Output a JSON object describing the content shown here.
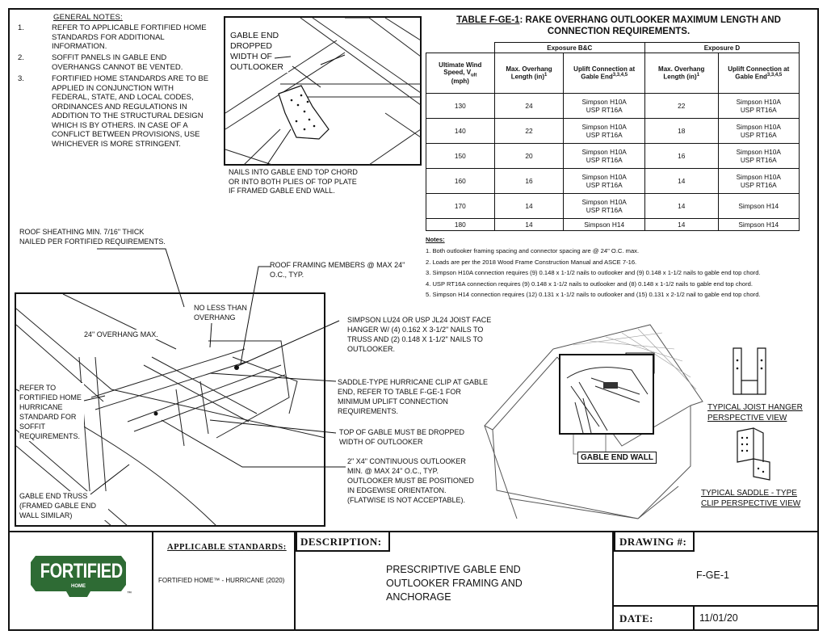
{
  "general_notes": {
    "title": "GENERAL NOTES:",
    "items": [
      {
        "num": "1.",
        "text": "REFER TO APPLICABLE FORTIFIED HOME STANDARDS FOR ADDITIONAL INFORMATION."
      },
      {
        "num": "2.",
        "text": "SOFFIT PANELS IN GABLE END OVERHANGS CANNOT BE VENTED."
      },
      {
        "num": "3.",
        "text": "FORTIFIED HOME STANDARDS ARE TO BE APPLIED IN CONJUNCTION WITH FEDERAL, STATE, AND LOCAL CODES, ORDINANCES AND REGULATIONS IN ADDITION TO THE STRUCTURAL DESIGN WHICH IS BY OTHERS. IN CASE OF A CONFLICT BETWEEN PROVISIONS, USE WHICHEVER IS MORE STRINGENT."
      }
    ]
  },
  "detail_top": {
    "callout": "GABLE END DROPPED WIDTH OF OUTLOOKER",
    "nails_note": "NAILS INTO GABLE END TOP CHORD OR INTO BOTH PLIES OF TOP PLATE IF FRAMED GABLE END WALL."
  },
  "table": {
    "title_prefix": "TABLE F-GE-1",
    "title_rest": ": RAKE OVERHANG OUTLOOKER MAXIMUM LENGTH AND CONNECTION REQUIREMENTS.",
    "exposure_bc": "Exposure B&C",
    "exposure_d": "Exposure D",
    "col_wind": "Ultimate Wind Speed, V",
    "col_wind_sub": "ult",
    "col_wind_unit": "(mph)",
    "col_len": "Max. Overhang Length (in)",
    "col_len_sup": "1",
    "col_conn": "Uplift Connection at Gable End",
    "col_conn_sup": "3,3,4,5",
    "rows": [
      {
        "speed": "130",
        "len_bc": "24",
        "conn_bc_1": "Simpson H10A",
        "conn_bc_2": "USP RT16A",
        "len_d": "22",
        "conn_d_1": "Simpson H10A",
        "conn_d_2": "USP RT16A"
      },
      {
        "speed": "140",
        "len_bc": "22",
        "conn_bc_1": "Simpson H10A",
        "conn_bc_2": "USP RT16A",
        "len_d": "18",
        "conn_d_1": "Simpson H10A",
        "conn_d_2": "USP RT16A"
      },
      {
        "speed": "150",
        "len_bc": "20",
        "conn_bc_1": "Simpson H10A",
        "conn_bc_2": "USP RT16A",
        "len_d": "16",
        "conn_d_1": "Simpson H10A",
        "conn_d_2": "USP RT16A"
      },
      {
        "speed": "160",
        "len_bc": "16",
        "conn_bc_1": "Simpson H10A",
        "conn_bc_2": "USP RT16A",
        "len_d": "14",
        "conn_d_1": "Simpson H10A",
        "conn_d_2": "USP RT16A"
      },
      {
        "speed": "170",
        "len_bc": "14",
        "conn_bc_1": "Simpson H10A",
        "conn_bc_2": "USP RT16A",
        "len_d": "14",
        "conn_d_1": "Simpson H14",
        "conn_d_2": ""
      },
      {
        "speed": "180",
        "len_bc": "14",
        "conn_bc_1": "Simpson H14",
        "conn_bc_2": "",
        "len_d": "14",
        "conn_d_1": "Simpson H14",
        "conn_d_2": ""
      }
    ],
    "notes_title": "Notes:",
    "notes": [
      "1. Both outlooker framing spacing and connector spacing are @ 24\" O.C. max.",
      "2. Loads are per the 2018 Wood Frame Construction Manual and ASCE 7-16.",
      "3. Simpson H10A connection requires (9) 0.148 x 1-1/2 nails to outlooker and (9) 0.148 x 1-1/2 nails to gable end top chord.",
      "4. USP RT16A connection requires (9) 0.148 x 1-1/2 nails to outlooker and (8) 0.148 x 1-1/2 nails to gable end top chord.",
      "5. Simpson H14 connection requires (12) 0.131 x 1-1/2 nails to outlooker and (15) 0.131 x 2-1/2 nail to gable end top chord."
    ]
  },
  "main_detail": {
    "sheathing": "ROOF SHEATHING MIN. 7/16\" THICK NAILED PER FORTIFIED REQUIREMENTS.",
    "framing": "ROOF FRAMING MEMBERS @ MAX 24\" O.C., TYP.",
    "no_less": "NO LESS THAN OVERHANG",
    "overhang_max": "24\" OVERHANG MAX.",
    "refer": "REFER TO FORTIFIED HOME HURRICANE STANDARD FOR SOFFIT REQUIREMENTS.",
    "gable_truss": "GABLE END TRUSS (FRAMED GABLE END WALL SIMILAR)",
    "hanger": "SIMPSON LU24 OR USP JL24 JOIST FACE HANGER W/ (4) 0.162 X 3-1/2\" NAILS TO TRUSS AND (2) 0.148 X 1-1/2\" NAILS TO OUTLOOKER.",
    "saddle": "SADDLE-TYPE HURRICANE CLIP AT GABLE END, REFER TO TABLE F-GE-1 FOR MINIMUM UPLIFT CONNECTION REQUIREMENTS.",
    "top_gable": "TOP OF GABLE MUST BE DROPPED WIDTH OF OUTLOOKER",
    "outlooker": "2\" X4\" CONTINUOUS OUTLOOKER MIN. @ MAX 24\" O.C., TYP. OUTLOOKER MUST BE POSITIONED IN EDGEWISE ORIENTATON. (FLATWISE IS NOT ACCEPTABLE)."
  },
  "house": {
    "label": "GABLE END WALL",
    "hanger_label_1": "TYPICAL JOIST HANGER",
    "hanger_label_2": "PERSPECTIVE VIEW",
    "saddle_label_1": "TYPICAL SADDLE - TYPE",
    "saddle_label_2": "CLIP PERSPECTIVE VIEW"
  },
  "title_block": {
    "logo_text": "FORTIFIED",
    "logo_sub": "HOME",
    "logo_tm": "™",
    "logo_color": "#2e6b34",
    "standards_label": "APPLICABLE STANDARDS:",
    "standards_value": "FORTIFIED HOME™ - HURRICANE (2020)",
    "description_label": "DESCRIPTION:",
    "description_value": "PRESCRIPTIVE GABLE END OUTLOOKER FRAMING AND ANCHORAGE",
    "drawing_label": "DRAWING #:",
    "drawing_value": "F-GE-1",
    "date_label": "DATE:",
    "date_value": "11/01/20"
  }
}
